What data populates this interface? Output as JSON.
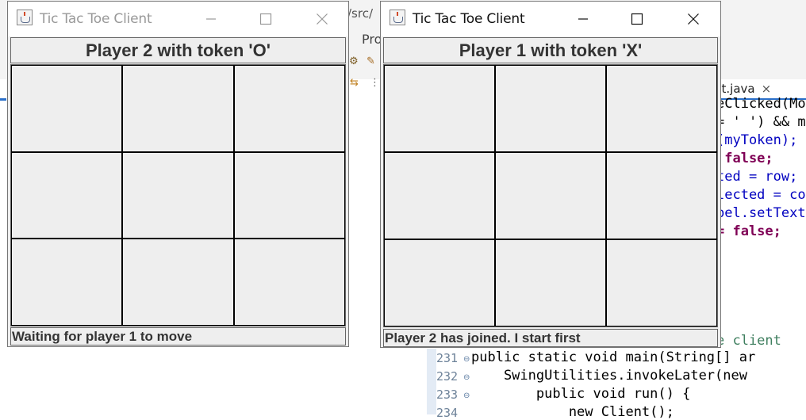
{
  "ide": {
    "path_text": "/src/",
    "menu_text": "Pro",
    "tab_label": "nt.java",
    "tab_close": "×",
    "code_lines": [
      "eClicked(Mo",
      "= ' ') && m",
      "(myToken);",
      " false;",
      "ted = row;",
      "lected = co",
      "bel.setText",
      "= false;"
    ],
    "comment_fragment": "e client",
    "line_numbers": [
      "231",
      "232",
      "233",
      "234"
    ],
    "main_code": [
      "public static void main(String[] ar",
      "    SwingUtilities.invokeLater(new",
      "        public void run() {",
      "            new Client();"
    ]
  },
  "windows": [
    {
      "title": "Tic Tac Toe Client",
      "heading": "Player 2 with token 'O'",
      "status": "Waiting for player 1 to move",
      "cells": [
        "",
        "",
        "",
        "",
        "",
        "",
        "",
        "",
        ""
      ],
      "active": false
    },
    {
      "title": "Tic Tac Toe Client",
      "heading": "Player 1 with token 'X'",
      "status": "Player 2 has joined. I start first",
      "cells": [
        "",
        "",
        "",
        "",
        "",
        "",
        "",
        "",
        ""
      ],
      "active": true
    }
  ],
  "controls": {
    "minimize_icon": "minimize-icon",
    "maximize_icon": "maximize-icon",
    "close_icon": "close-icon"
  }
}
